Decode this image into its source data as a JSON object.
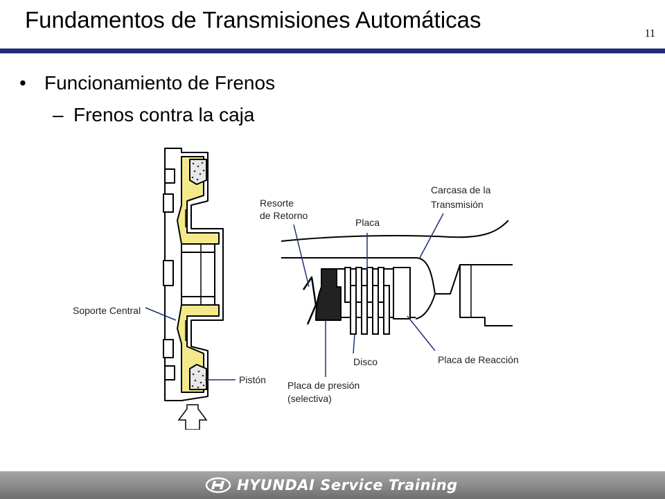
{
  "slide": {
    "title": "Fundamentos de Transmisiones Automáticas",
    "page_number": "11",
    "bullet_mark": "•",
    "sub_mark": "–",
    "bullet": "Funcionamiento de Frenos",
    "sub_bullet": "Frenos contra la caja"
  },
  "diagram": {
    "labels": {
      "soporte_central": "Soporte Central",
      "piston": "Pistón",
      "resorte_1": "Resorte",
      "resorte_2": "de Retorno",
      "placa": "Placa",
      "carcasa_1": "Carcasa de la",
      "carcasa_2": "Transmisión",
      "disco": "Disco",
      "placa_presion_1": "Placa de presión",
      "placa_presion_2": "(selectiva)",
      "placa_reaccion": "Placa de Reacción"
    }
  },
  "footer": {
    "brand": "HYUNDAI Service Training"
  },
  "colors": {
    "accent_blue": "#1e2f78",
    "part_yellow": "#f3e98a",
    "footer_gray": "#8c8c8c",
    "line": "#000000"
  }
}
